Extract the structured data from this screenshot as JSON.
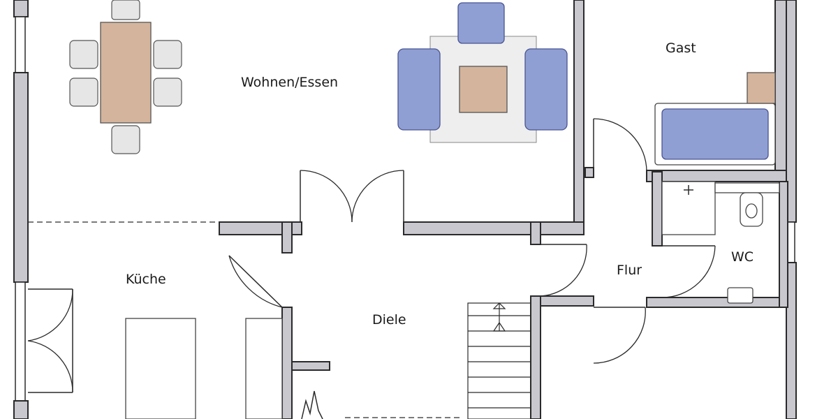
{
  "colors": {
    "wall_fill": "#c9c8ce",
    "wood": "#d4b49c",
    "upholstery": "#8f9fd4",
    "line": "#2a2a2a"
  },
  "rooms": {
    "wohnen_essen": "Wohnen/Essen",
    "gast": "Gast",
    "kueche": "Küche",
    "diele": "Diele",
    "flur": "Flur",
    "wc": "WC"
  },
  "furniture": [
    "dining-table-icon",
    "dining-chair-icon",
    "armchair-icon",
    "sofa-icon",
    "coffee-table-icon",
    "rug-icon",
    "bed-icon",
    "nightstand-icon",
    "shower-icon",
    "toilet-icon",
    "sink-icon",
    "kitchen-island-icon",
    "staircase-icon",
    "door-icon"
  ]
}
